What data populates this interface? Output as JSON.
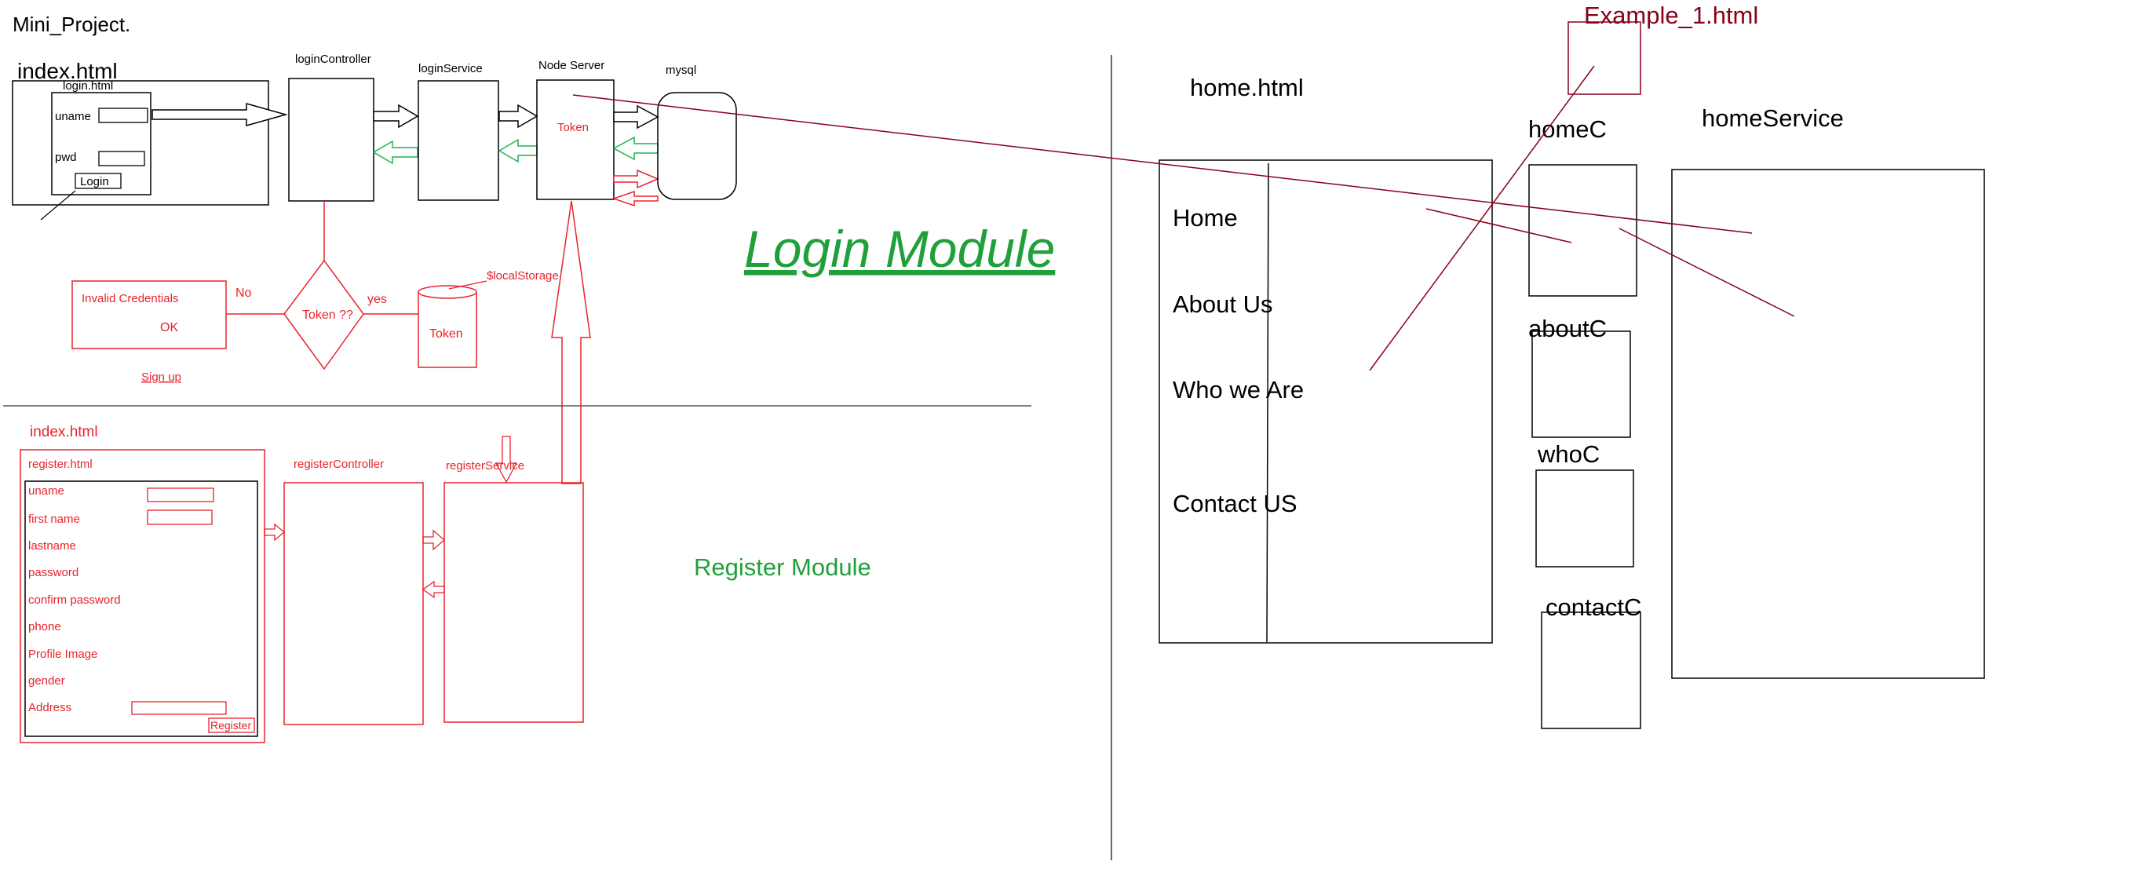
{
  "title": "Mini_Project.",
  "colors": {
    "black": "#000000",
    "red": "#e8232b",
    "green": "#1fa03a",
    "green_arrow": "#22b14c",
    "dark_red": "#88001b"
  },
  "login": {
    "index_label": "index.html",
    "login_html_label": "login.html",
    "uname_label": "uname",
    "pwd_label": "pwd",
    "login_button": "Login",
    "controller_label": "loginController",
    "service_label": "loginService",
    "node_server_label": "Node Server",
    "token_label": "Token",
    "mysql_label": "mysql",
    "module_title": "Login Module",
    "decision_label": "Token ??",
    "no_label": "No",
    "yes_label": "yes",
    "invalid_title": "Invalid Credentials",
    "ok_label": "OK",
    "signup_link": "Sign up",
    "storage_label": "$localStorage",
    "storage_token": "Token"
  },
  "register": {
    "index_label": "index.html",
    "register_html_label": "register.html",
    "fields": [
      "uname",
      "first name",
      "lastname",
      "password",
      "confirm password",
      "phone",
      "Profile Image",
      "gender",
      "Address"
    ],
    "register_button": "Register",
    "controller_label": "registerController",
    "service_label": "registerService",
    "module_title": "Register Module"
  },
  "home": {
    "example_label": "Example_1.html",
    "home_html_label": "home.html",
    "nav_items": [
      "Home",
      "About Us",
      "Who we Are",
      "Contact US"
    ],
    "controllers": [
      "homeC",
      "aboutC",
      "whoC",
      "contactC"
    ],
    "service_label": "homeService"
  }
}
